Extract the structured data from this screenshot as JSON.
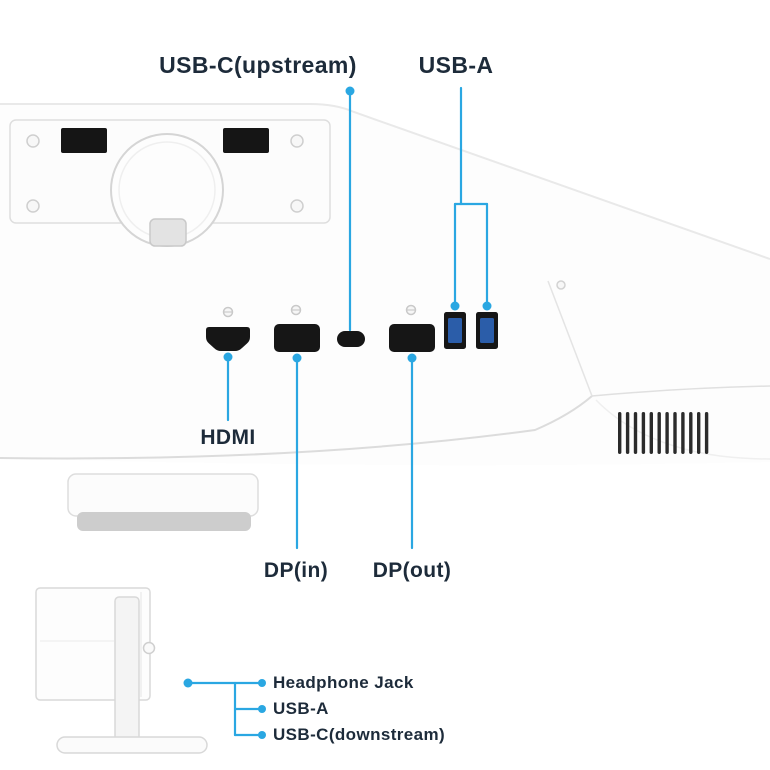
{
  "colors": {
    "accent_blue": "#2AA7E2",
    "label_text": "#1D2B3A",
    "port_black": "#161616",
    "usb_a_blue": "#2B5DA9"
  },
  "callouts": {
    "usb_c_upstream": "USB-C(upstream)",
    "usb_a_top": "USB-A",
    "hdmi": "HDMI",
    "dp_in": "DP(in)",
    "dp_out": "DP(out)",
    "headphone_jack": "Headphone Jack",
    "usb_a_side": "USB-A",
    "usb_c_downstream": "USB-C(downstream)"
  }
}
